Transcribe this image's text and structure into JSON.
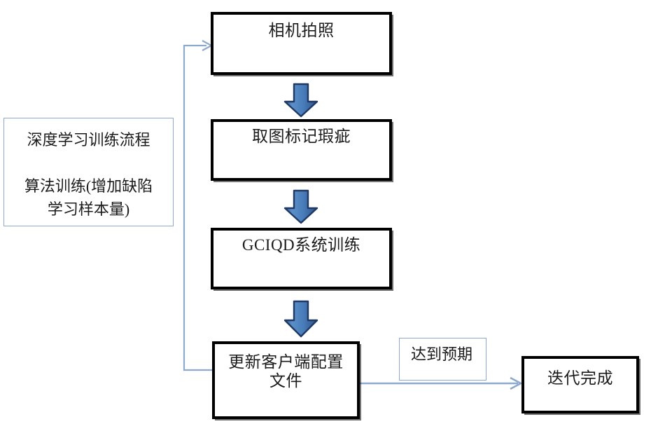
{
  "diagram": {
    "title_note": "深度学习训练流程",
    "nodes": {
      "camera": {
        "label": "相机拍照"
      },
      "mark": {
        "label": "取图标记瑕疵"
      },
      "train": {
        "label": "GCIQD系统训练"
      },
      "update": {
        "label": "更新客户端配置\n文件"
      },
      "done": {
        "label": "迭代完成"
      }
    },
    "notes": {
      "training_flow": {
        "line1": "深度学习训练流程",
        "line2": "算法训练(增加缺陷\n学习样本量)",
        "text": "深度学习训练流程\n\n算法训练(增加缺陷\n学习样本量)"
      },
      "expectation": {
        "label": "达到预期"
      }
    },
    "arrows": {
      "camera_to_mark": "down-block-arrow",
      "mark_to_train": "down-block-arrow",
      "train_to_update": "down-block-arrow",
      "update_to_done": "right-line-arrow",
      "update_to_camera": "feedback-loop-arrow"
    },
    "colors": {
      "box_border": "#000000",
      "note_border": "#8ea9ce",
      "arrow_fill": "#4a7ebb",
      "arrow_outline": "#1f3864",
      "connector_line": "#8ea9ce",
      "text": "#1b1b1b",
      "background": "#ffffff"
    }
  }
}
